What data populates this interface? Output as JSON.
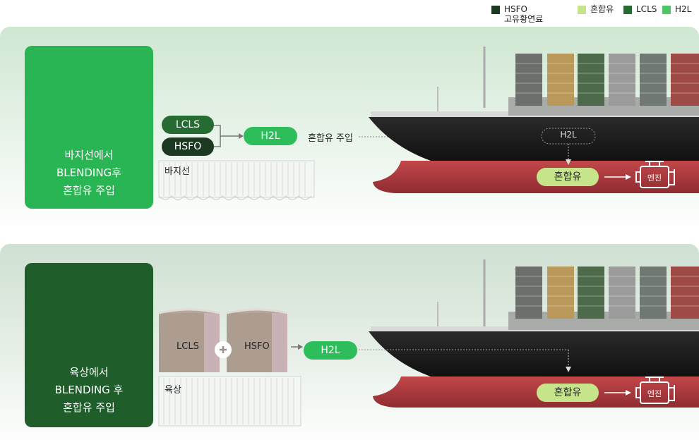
{
  "legend": [
    {
      "label_line1": "HSFO",
      "label_line2": "고유황연료",
      "color": "#1c3a22"
    },
    {
      "label_line1": "혼합유",
      "label_line2": "",
      "color": "#c6e48a"
    },
    {
      "label_line1": "LCLS",
      "label_line2": "",
      "color": "#256b32"
    },
    {
      "label_line1": "H2L",
      "label_line2": "",
      "color": "#4dc468"
    }
  ],
  "top": {
    "card_lines": [
      "바지선에서",
      "BLENDING후",
      "혼합유 주입"
    ],
    "lcls": "LCLS",
    "hsfo": "HSFO",
    "h2l": "H2L",
    "inject_label": "혼합유 주입",
    "barge_label": "바지선",
    "ship_h2l": "H2L",
    "mixed": "혼합유",
    "engine": "엔진"
  },
  "bottom": {
    "card_lines": [
      "육상에서",
      "BLENDING 후",
      "혼합유 주입"
    ],
    "lcls": "LCLS",
    "hsfo": "HSFO",
    "h2l": "H2L",
    "land_label": "육상",
    "mixed": "혼합유",
    "engine": "엔진"
  },
  "colors": {
    "light_green": "#29b553",
    "dark_green": "#1f5e2b",
    "pill_green": "#2dbd5a",
    "pill_dark": "#1c3a22",
    "pill_mid": "#256b32",
    "mixed": "#c6e48a",
    "hull_black": "#1a1a1a",
    "hull_red": "#b83a3e"
  }
}
